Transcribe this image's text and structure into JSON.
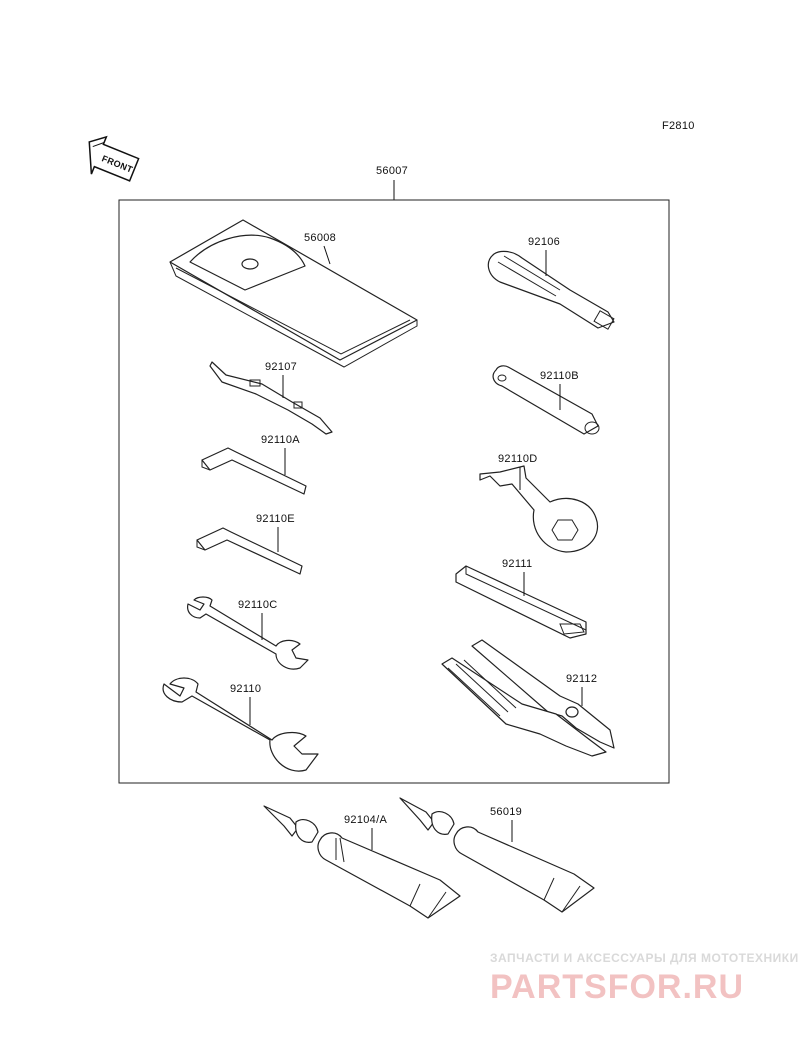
{
  "figure_code": "F2810",
  "front_badge": "FRONT",
  "assembly_label": "56007",
  "parts": [
    {
      "id": "56008",
      "name": "tool-bag"
    },
    {
      "id": "92107",
      "name": "screwdriver-bit"
    },
    {
      "id": "92110A",
      "name": "hex-wrench-a"
    },
    {
      "id": "92110E",
      "name": "hex-wrench-e"
    },
    {
      "id": "92110C",
      "name": "open-end-wrench-small"
    },
    {
      "id": "92110",
      "name": "open-end-wrench-large"
    },
    {
      "id": "92106",
      "name": "screwdriver-handle"
    },
    {
      "id": "92110B",
      "name": "box-spanner"
    },
    {
      "id": "92110D",
      "name": "ring-wrench"
    },
    {
      "id": "92111",
      "name": "extension-bar"
    },
    {
      "id": "92112",
      "name": "pliers"
    },
    {
      "id": "92104/A",
      "name": "grease-tube-a"
    },
    {
      "id": "56019",
      "name": "grease-tube-b"
    }
  ],
  "watermark": {
    "line1": "ЗАПЧАСТИ И АКСЕССУАРЫ ДЛЯ МОТОТЕХНИКИ",
    "line2": "PARTSFOR.RU"
  }
}
